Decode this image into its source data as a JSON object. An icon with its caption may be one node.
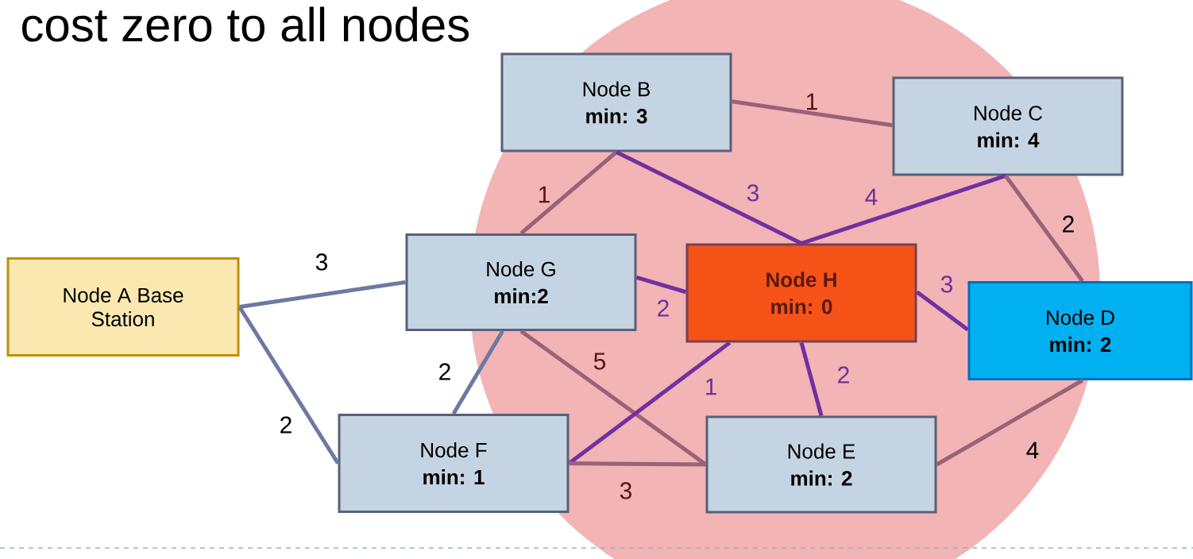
{
  "diagram": {
    "title": "cost zero to all nodes",
    "nodes": [
      {
        "text": [
          "Node A Base Station"
        ]
      },
      {
        "text": [
          "Node B",
          "min: 3"
        ]
      },
      {
        "text": [
          "Node C",
          "min: 4"
        ]
      },
      {
        "text": [
          "Node G",
          "min:2"
        ]
      },
      {
        "text": [
          "Node H",
          "min: 0"
        ]
      },
      {
        "text": [
          "Node D",
          "min: 2"
        ]
      },
      {
        "text": [
          "Node F",
          "min: 1"
        ]
      },
      {
        "text": [
          "Node E",
          "min: 2"
        ]
      }
    ],
    "edges": [
      {
        "from": 0,
        "to": 3,
        "arrow": "none",
        "label": "3",
        "color": "#6d79a3"
      },
      {
        "from": 0,
        "to": 6,
        "arrow": "none",
        "label": "2",
        "color": "#6d79a3"
      },
      {
        "from": 1,
        "to": 2,
        "arrow": "none",
        "label": "1",
        "color": "#9a6178"
      },
      {
        "from": 1,
        "to": 3,
        "arrow": "none",
        "label": "1",
        "color": "#9a6178"
      },
      {
        "from": 1,
        "to": 4,
        "arrow": "none",
        "label": "3",
        "color": "#7030a0"
      },
      {
        "from": 2,
        "to": 4,
        "arrow": "none",
        "label": "4",
        "color": "#7030a0"
      },
      {
        "from": 2,
        "to": 5,
        "arrow": "none",
        "label": "2",
        "color": "#9a6178"
      },
      {
        "from": 3,
        "to": 6,
        "arrow": "none",
        "label": "2",
        "color": "#6d79a3"
      },
      {
        "from": 3,
        "to": 4,
        "arrow": "none",
        "label": "2",
        "color": "#7030a0"
      },
      {
        "from": 4,
        "to": 5,
        "arrow": "none",
        "label": "3",
        "color": "#7030a0"
      },
      {
        "from": 3,
        "to": 7,
        "arrow": "none",
        "label": "5",
        "color": "#9a6178"
      },
      {
        "from": 4,
        "to": 6,
        "arrow": "none",
        "label": "1",
        "color": "#7030a0"
      },
      {
        "from": 4,
        "to": 7,
        "arrow": "none",
        "label": "2",
        "color": "#7030a0"
      },
      {
        "from": 6,
        "to": 7,
        "arrow": "none",
        "label": "3",
        "color": "#9a6178"
      },
      {
        "from": 5,
        "to": 7,
        "arrow": "none",
        "label": "4",
        "color": "#9a6178"
      }
    ]
  }
}
